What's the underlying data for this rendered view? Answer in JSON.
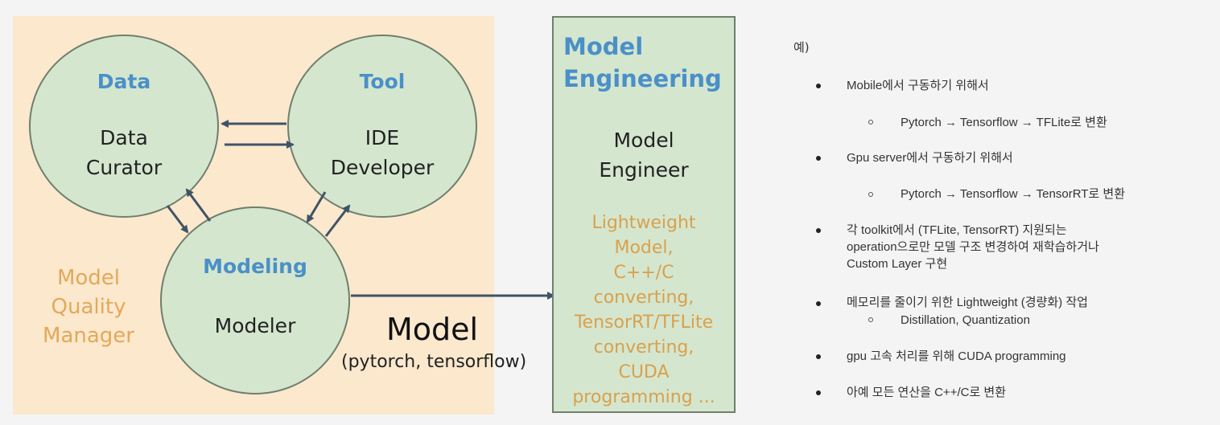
{
  "diagram": {
    "quality_manager_label": [
      "Model",
      "Quality",
      "Manager"
    ],
    "data_node": {
      "role": "Data",
      "person": [
        "Data",
        "Curator"
      ]
    },
    "tool_node": {
      "role": "Tool",
      "person": [
        "IDE",
        "Developer"
      ]
    },
    "modeling_node": {
      "role": "Modeling",
      "person": "Modeler"
    },
    "model_label": "Model",
    "model_sublabel": "(pytorch, tensorflow)",
    "engineering_panel": {
      "title": [
        "Model",
        "Engineering"
      ],
      "person": [
        "Model",
        "Engineer"
      ],
      "tasks": [
        "Lightweight",
        "Model,",
        "C++/C",
        "converting,",
        "TensorRT/TFLite",
        "converting,",
        "CUDA",
        "programming ..."
      ]
    },
    "colors": {
      "role_text": "#4a90c8",
      "task_text": "#d8a14c",
      "node_fill": "#d5e6cf",
      "panel_fill": "#fbe8cd",
      "arrow": "#3f5366"
    }
  },
  "notes": {
    "heading": "예)",
    "items": [
      {
        "text": "Mobile에서 구동하기 위해서",
        "sub": [
          "Pytorch → Tensorflow → TFLite로 변환"
        ]
      },
      {
        "text": "Gpu server에서 구동하기 위해서",
        "sub": [
          "Pytorch → Tensorflow → TensorRT로 변환"
        ]
      },
      {
        "text": [
          "각 toolkit에서 (TFLite, TensorRT) 지원되는",
          "operation으로만 모델 구조 변경하여 재학습하거나",
          "Custom Layer 구현"
        ],
        "sub": []
      },
      {
        "text": "메모리를 줄이기 위한 Lightweight (경량화) 작업",
        "sub": [
          "Distillation, Quantization"
        ]
      },
      {
        "text": "gpu 고속 처리를 위해 CUDA programming",
        "sub": []
      },
      {
        "text": "아예 모든 연산을 C++/C로 변환",
        "sub": []
      }
    ]
  }
}
